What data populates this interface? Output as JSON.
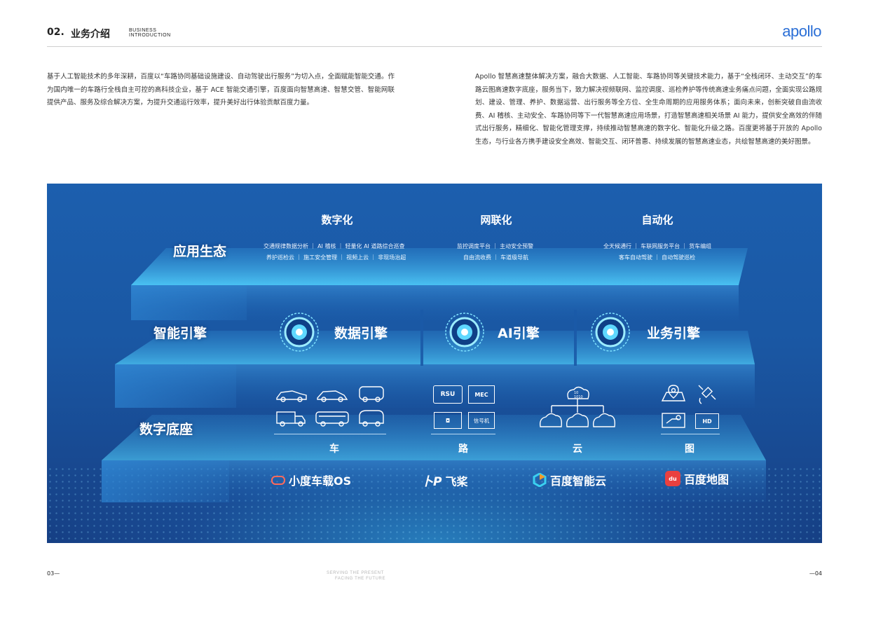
{
  "header": {
    "number": "02.",
    "title": "业务介绍",
    "en_line1": "BUSINESS",
    "en_line2": "INTRODUCTION",
    "logo": "apollo"
  },
  "intro": {
    "left": "基于人工智能技术的多年深耕，百度以“车路协同基础设施建设、自动驾驶出行服务”为切入点，全面赋能智能交通。作为国内唯一的车路行全栈自主可控的高科技企业，基于 ACE 智能交通引擎，百度面向智慧高速、智慧交管、智能网联提供产品、服务及综合解决方案，为提升交通运行效率，提升美好出行体验贡献百度力量。",
    "right": "Apollo 智慧高速整体解决方案，融合大数据、人工智能、车路协同等关键技术能力，基于“全栈闭环、主动交互”的车路云图高速数字底座，服务当下，致力解决视频联网、监控调度、巡检养护等传统高速业务痛点问题，全面实现公路规划、建设、管理、养护、数据运营、出行服务等全方位、全生命周期的应用服务体系；面向未来，创新突破自由流收费、AI 稽核、主动安全、车路协同等下一代智慧高速应用场景，打造智慧高速相关场景 AI 能力，提供安全高效的伴随式出行服务，精细化、智能化管理支撑，持续推动智慧高速的数字化、智能化升级之路。百度更将基于开放的 Apollo 生态，与行业各方携手建设安全高效、智能交互、闭环普惠、持续发展的智慧高速业态，共绘智慧高速的美好图景。"
  },
  "diagram": {
    "layers": {
      "app": "应用生态",
      "engine": "智能引擎",
      "base": "数字底座"
    },
    "columns": [
      {
        "title": "数字化",
        "line1": "交通规律数据分析 ｜ AI 稽核 ｜ 轻量化 AI 道路综合巡查",
        "line2": "养护巡检云 ｜ 施工安全管理 ｜ 视频上云 ｜ 非现场治超"
      },
      {
        "title": "网联化",
        "line1": "监控调度平台 ｜ 主动安全预警",
        "line2": "自由流收费 ｜ 车道级导航"
      },
      {
        "title": "自动化",
        "line1": "全天候通行 ｜ 车联网服务平台 ｜ 货车编组",
        "line2": "客车自动驾驶 ｜ 自动驾驶巡检"
      }
    ],
    "engines": [
      "数据引擎",
      "AI引擎",
      "业务引擎"
    ],
    "base_items": [
      {
        "label": "车",
        "icons": [
          "sedan-icon",
          "hatchback-icon",
          "minibus-icon",
          "truck-icon",
          "bus-icon",
          "shuttle-icon"
        ]
      },
      {
        "label": "路",
        "chips": [
          "RSU",
          "MEC",
          "",
          "信号机"
        ]
      },
      {
        "label": "云",
        "chips": [
          "10",
          "1010"
        ]
      },
      {
        "label": "图",
        "chips": [
          "HD"
        ]
      }
    ],
    "brands": [
      "小度车载OS",
      "飞桨",
      "百度智能云",
      "百度地图"
    ],
    "brand_marks": {
      "paddle": "卜P",
      "baidu_map": "du"
    }
  },
  "footer": {
    "left": "03",
    "right": "04",
    "center1": "SERVING THE PRESENT",
    "center2": "FACING THE FUTURE"
  },
  "colors": {
    "accent": "#2b6fd6",
    "diagram_bg": "#1c5fae",
    "slab_glow": "#4fd0ff"
  }
}
